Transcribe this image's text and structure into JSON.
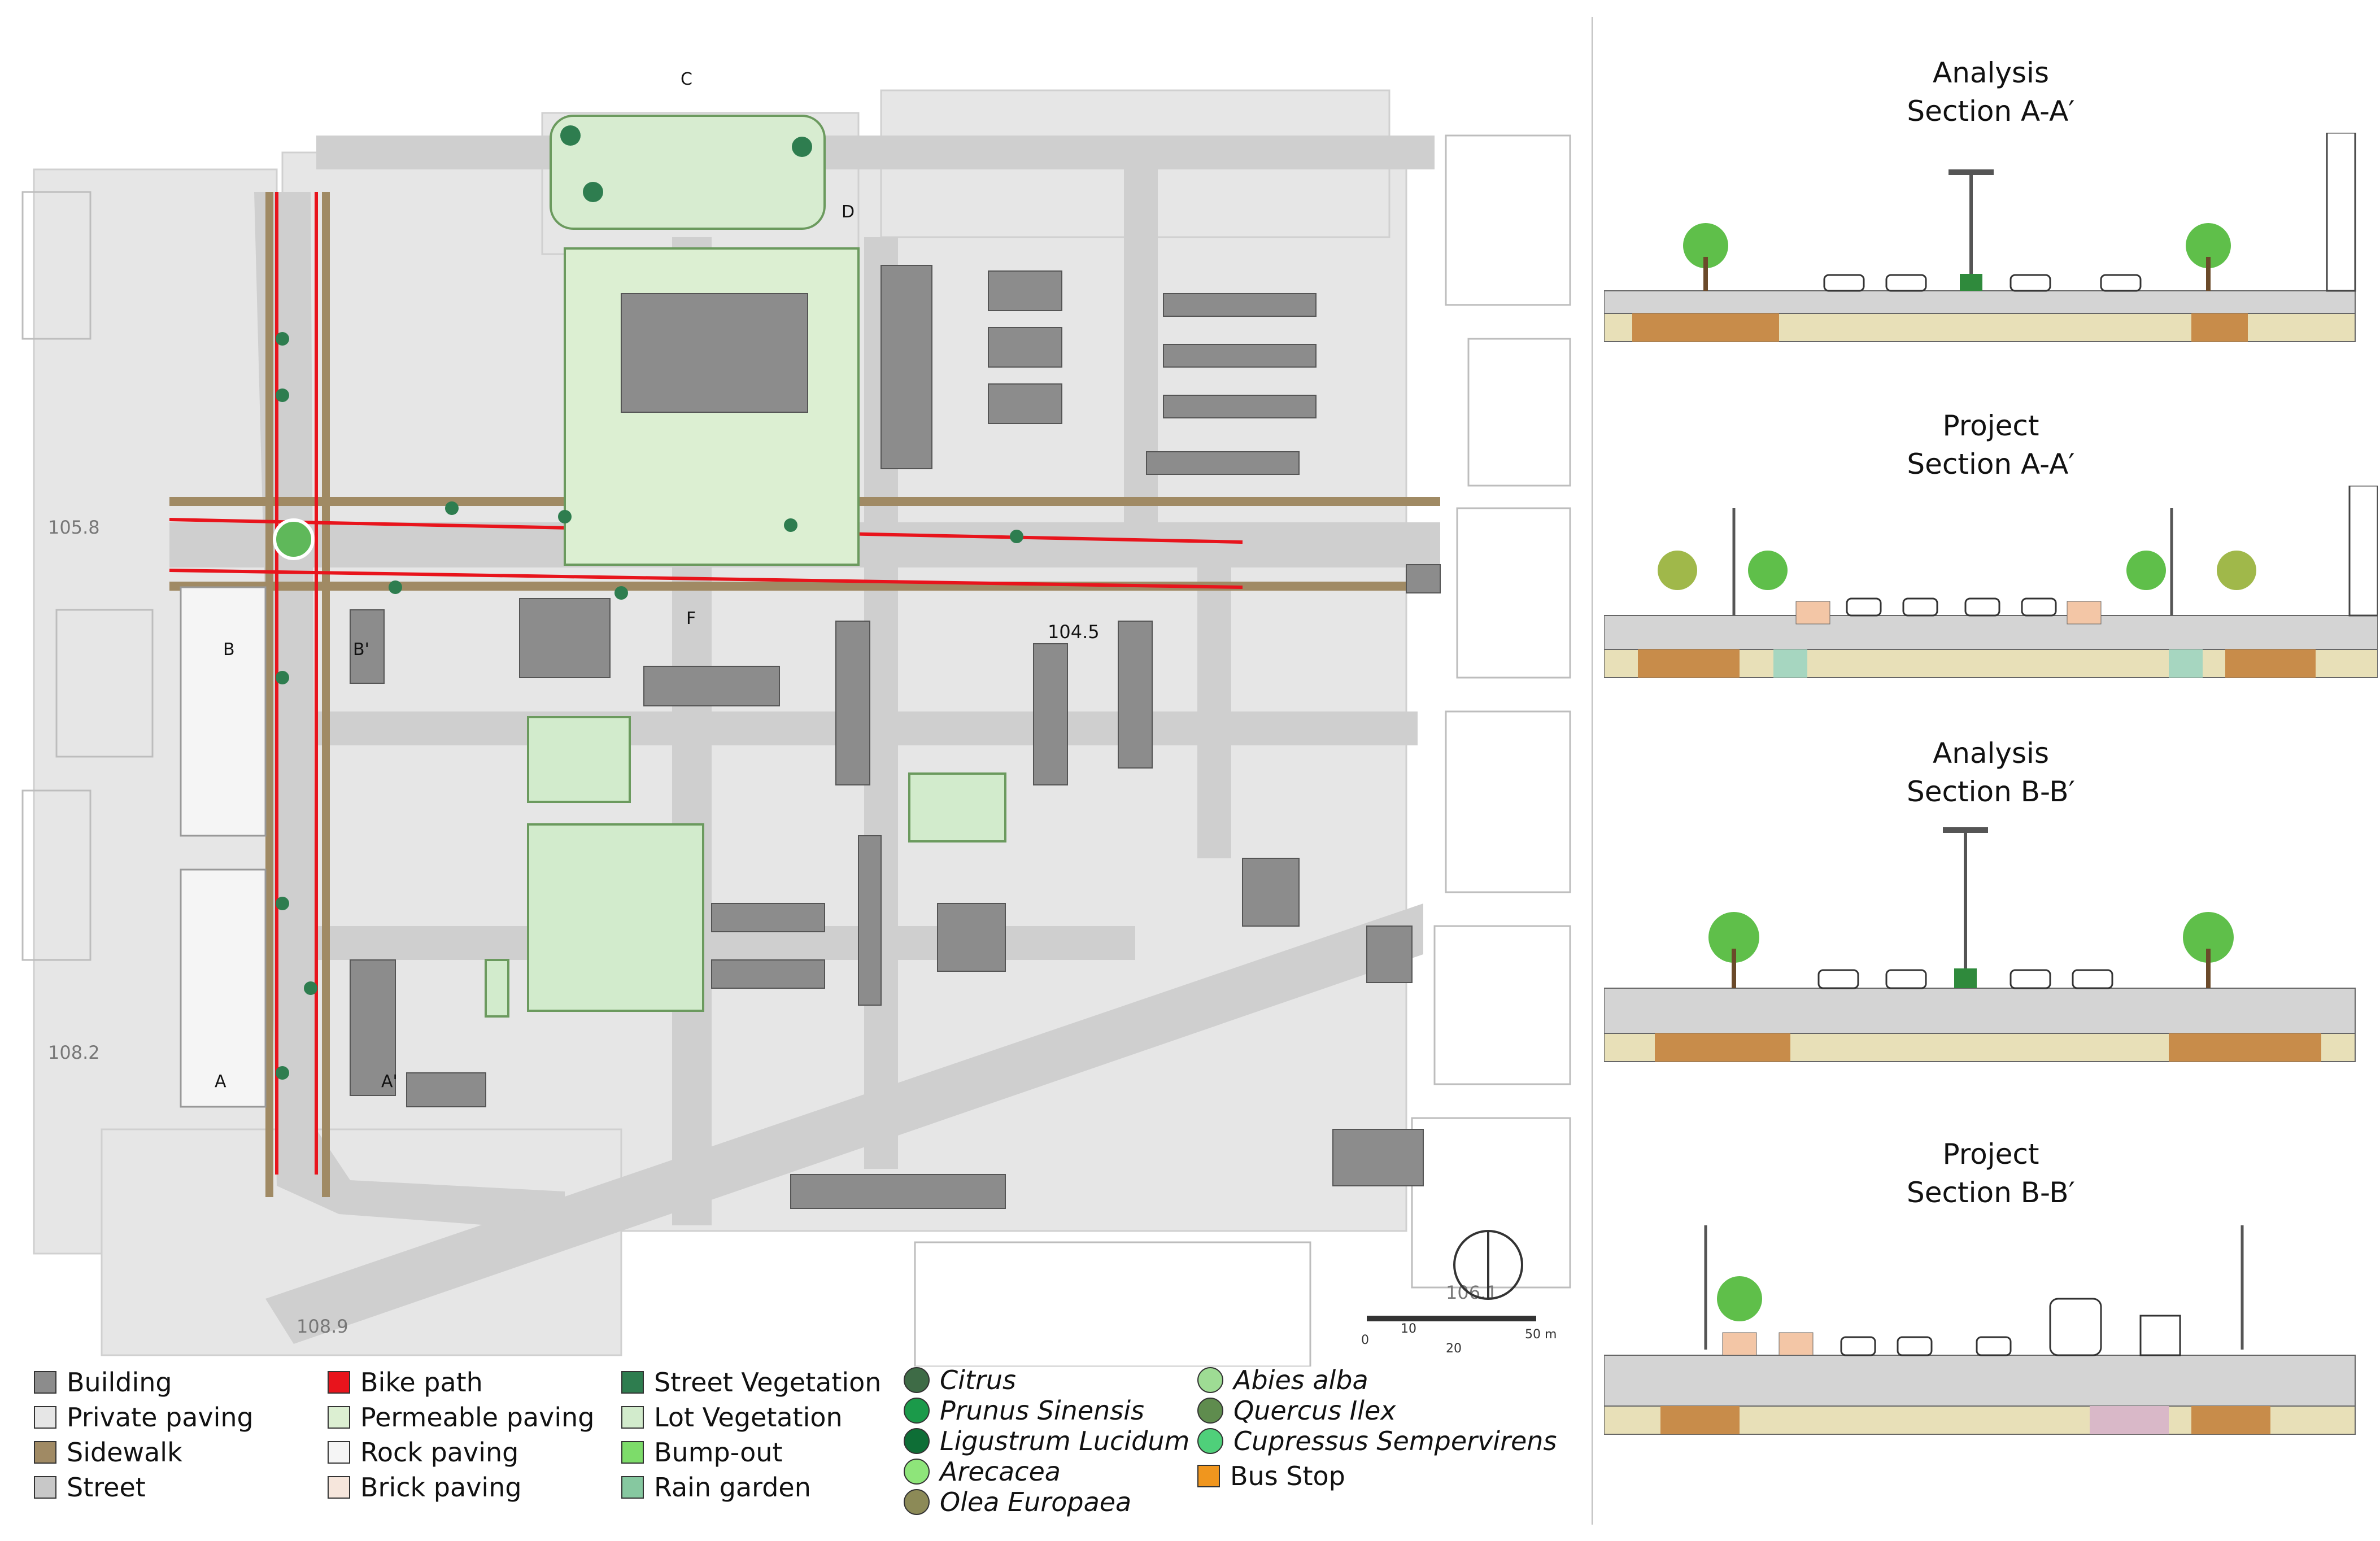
{
  "plan": {
    "elevations": [
      "105.8",
      "108.2",
      "104.5",
      "106.1",
      "108.9"
    ],
    "section_markers": [
      "A",
      "A'",
      "B",
      "B'",
      "C",
      "D",
      "F"
    ],
    "scale": {
      "ticks": [
        "0",
        "10",
        "20",
        "50 m"
      ]
    }
  },
  "legend": {
    "swatches": [
      {
        "label": "Building",
        "color": "#8c8c8c"
      },
      {
        "label": "Private paving",
        "color": "#e6e6e6"
      },
      {
        "label": "Sidewalk",
        "color": "#a08a64"
      },
      {
        "label": "Street",
        "color": "#c8c8c8"
      },
      {
        "label": "Bike path",
        "color": "#e8141c"
      },
      {
        "label": "Permeable paving",
        "color": "#dcefd2"
      },
      {
        "label": "Rock paving",
        "color": "#f5f5f5"
      },
      {
        "label": "Brick paving",
        "color": "#f6e6dc"
      },
      {
        "label": "Street Vegetation",
        "color": "#2e7d4f"
      },
      {
        "label": "Lot Vegetation",
        "color": "#d2ebcc"
      },
      {
        "label": "Bump-out",
        "color": "#7ddc6a"
      },
      {
        "label": "Rain garden",
        "color": "#86c8a0"
      },
      {
        "label": "Bus Stop",
        "color": "#f0961e"
      }
    ],
    "trees": [
      {
        "label": "Citrus",
        "color": "#3e6b46"
      },
      {
        "label": "Prunus Sinensis",
        "color": "#1b9a4a"
      },
      {
        "label": "Ligustrum Lucidum",
        "color": "#0e6e36"
      },
      {
        "label": "Arecacea",
        "color": "#8ee57a"
      },
      {
        "label": "Olea Europaea",
        "color": "#8c8a57"
      },
      {
        "label": "Abies alba",
        "color": "#9edc94"
      },
      {
        "label": "Quercus Ilex",
        "color": "#5f8c4e"
      },
      {
        "label": "Cupressus Sempervirens",
        "color": "#4fd07a"
      }
    ]
  },
  "sections": [
    {
      "title_line1": "Analysis",
      "title_line2": "Section A-A′"
    },
    {
      "title_line1": "Project",
      "title_line2": "Section A-A′"
    },
    {
      "title_line1": "Analysis",
      "title_line2": "Section B-B′"
    },
    {
      "title_line1": "Project",
      "title_line2": "Section B-B′"
    }
  ]
}
